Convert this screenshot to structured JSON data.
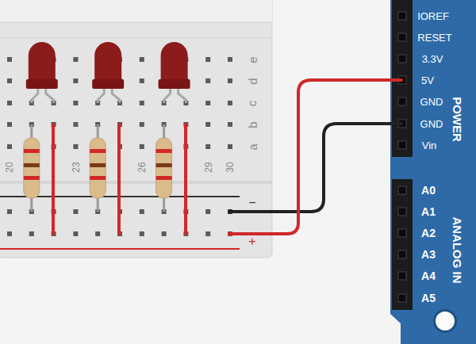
{
  "diagram": {
    "labels": [
      "IOREF",
      "RESET",
      "3.3V",
      "5V",
      "GND",
      "GND",
      "Vin",
      "POWER",
      "A0",
      "A1",
      "A2",
      "A3",
      "A4",
      "A5",
      "ANALOG IN",
      "20",
      "23",
      "26",
      "29",
      "30",
      "e",
      "d",
      "c",
      "b",
      "a",
      "−",
      "+"
    ]
  }
}
